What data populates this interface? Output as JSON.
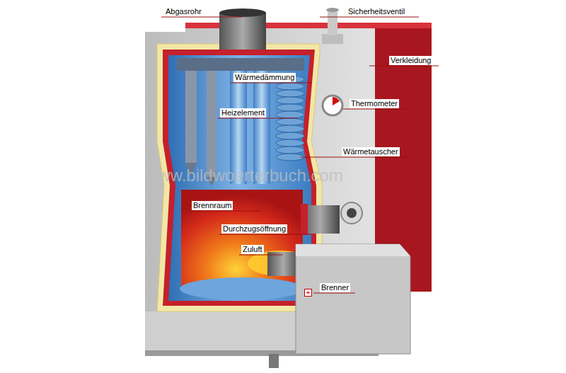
{
  "diagram": {
    "labels": [
      "Abgasrohr",
      "Sicherheitsventil",
      "Verkleidung",
      "Wärmedämmung",
      "Thermometer",
      "Heizelement",
      "Wärmetauscher",
      "www.bildwoerterbuch.com",
      "Brennraum",
      "Durchzugsöffnung",
      "Zuluft",
      "+",
      "Brenner"
    ]
  }
}
